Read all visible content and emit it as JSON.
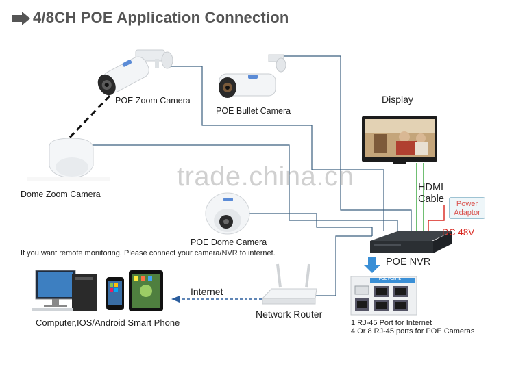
{
  "title": "4/8CH POE Application Connection",
  "watermark": "trade.china.cn",
  "devices": {
    "poe_zoom_camera": "POE Zoom Camera",
    "poe_bullet_camera": "POE Bullet Camera",
    "dome_zoom_camera": "Dome Zoom Camera",
    "poe_dome_camera": "POE Dome Camera",
    "display": "Display",
    "hdmi_cable_line1": "HDMI",
    "hdmi_cable_line2": "Cable",
    "power_adaptor_line1": "Power",
    "power_adaptor_line2": "Adaptor",
    "dc_voltage": "DC 48V",
    "poe_nvr": "POE NVR",
    "network_router": "Network Router",
    "internet": "Internet",
    "computer_phone": "Computer,IOS/Android Smart Phone",
    "poe_ports_label": "POE PORTS"
  },
  "remote_note": "If you want remote monitoring, Please connect your camera/NVR to internet.",
  "port_notes": [
    "1 RJ-45 Port for Internet",
    "4 Or 8 RJ-45 ports for POE Cameras"
  ],
  "colors": {
    "title": "#555555",
    "cable": "#3b5f7f",
    "green_cable": "#4caf50",
    "red_cable": "#d9241c",
    "internet_arrow": "#2b5e9e",
    "nvr_arrow": "#3a8fd6"
  },
  "icons": [
    "arrow-right-icon",
    "bullet-camera-icon",
    "dome-camera-icon",
    "monitor-icon",
    "nvr-icon",
    "router-icon",
    "computer-icon",
    "phone-icon",
    "tablet-icon"
  ]
}
